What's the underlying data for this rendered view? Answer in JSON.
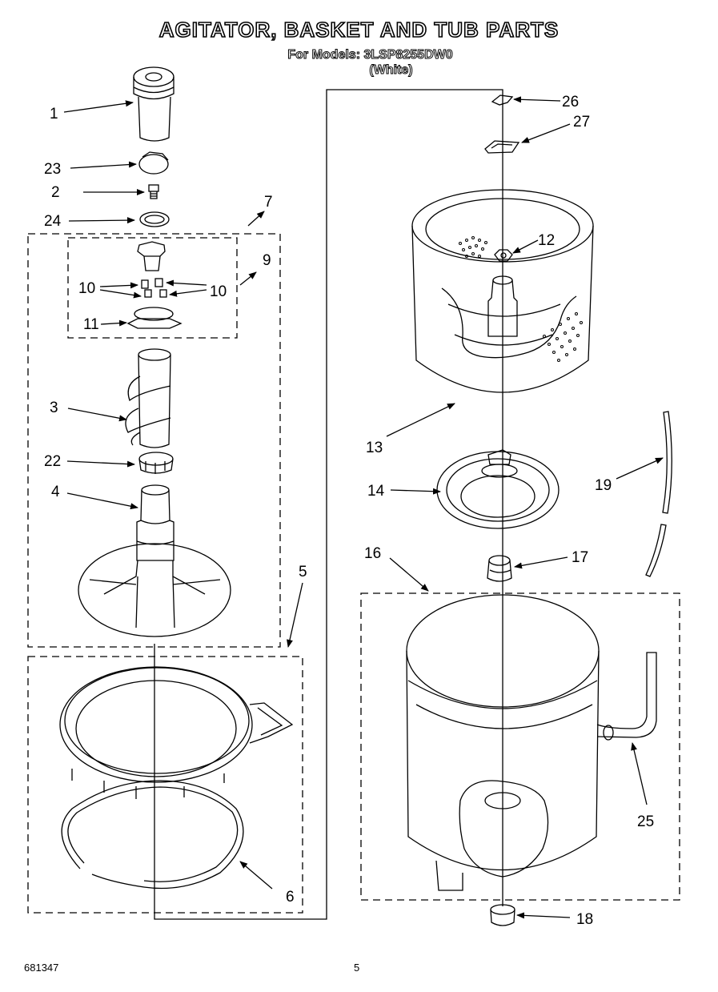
{
  "diagram": {
    "title": "AGITATOR, BASKET AND TUB PARTS",
    "subtitle_models": "For Models: 3LSP8255DW0",
    "subtitle_color": "(White)",
    "footer_code": "681347",
    "page_number": "5",
    "callouts": {
      "p1": "1",
      "p2": "2",
      "p3": "3",
      "p4": "4",
      "p5": "5",
      "p6": "6",
      "p7": "7",
      "p9": "9",
      "p10a": "10",
      "p10b": "10",
      "p11": "11",
      "p12": "12",
      "p13": "13",
      "p14": "14",
      "p16": "16",
      "p17": "17",
      "p18": "18",
      "p19": "19",
      "p22": "22",
      "p23": "23",
      "p24": "24",
      "p25": "25",
      "p26": "26",
      "p27": "27"
    }
  }
}
